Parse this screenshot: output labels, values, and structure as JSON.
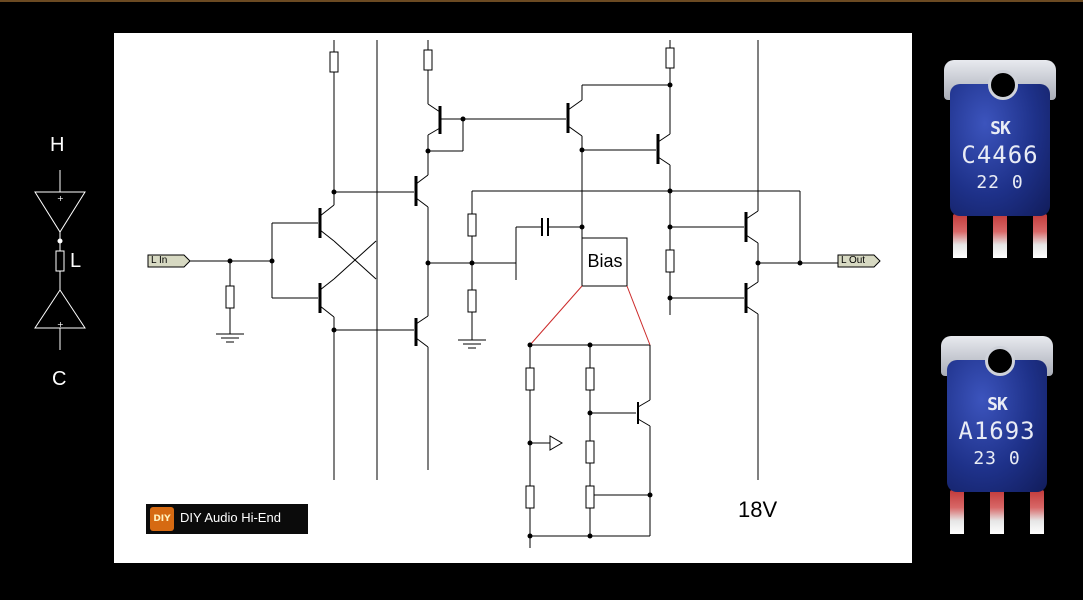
{
  "side_schematic": {
    "label_top": "H",
    "label_mid": "L",
    "label_bottom": "C"
  },
  "schematic": {
    "input_port": "L In",
    "output_port": "L Out",
    "bias_block": "Bias",
    "supply_label": "18V",
    "colors": {
      "paper": "#ffffff",
      "wire": "#000000",
      "zoom_lines": "#cc2a2a",
      "port_fill": "#d7d9c2"
    }
  },
  "logo": {
    "mark": "DIY",
    "text": "DIY Audio Hi-End"
  },
  "transistors": [
    {
      "logo": "SK",
      "part": "C4466",
      "code": "22 0",
      "color": "#1e3189"
    },
    {
      "logo": "SK",
      "part": "A1693",
      "code": "23 0",
      "color": "#1e3189"
    }
  ]
}
